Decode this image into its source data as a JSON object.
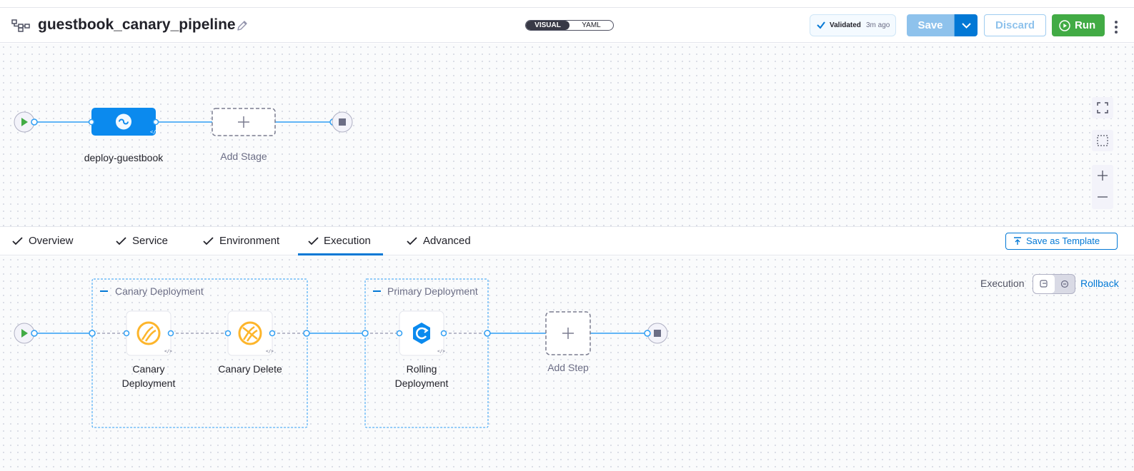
{
  "header": {
    "pipeline_name": "guestbook_canary_pipeline",
    "view_toggle": {
      "visual_label": "VISUAL",
      "yaml_label": "YAML",
      "selected": "VISUAL"
    },
    "validation": {
      "status_label": "Validated",
      "time_ago": "3m ago"
    },
    "save_label": "Save",
    "discard_label": "Discard",
    "run_label": "Run"
  },
  "stages": {
    "items": [
      {
        "name": "deploy-guestbook",
        "icon": "deploy-stage-icon"
      }
    ],
    "add_stage_label": "Add Stage"
  },
  "tabs": {
    "items": [
      {
        "label": "Overview",
        "checked": true
      },
      {
        "label": "Service",
        "checked": true
      },
      {
        "label": "Environment",
        "checked": true
      },
      {
        "label": "Execution",
        "checked": true,
        "active": true
      },
      {
        "label": "Advanced",
        "checked": true
      }
    ],
    "save_as_template_label": "Save as Template"
  },
  "execution": {
    "groups": [
      {
        "name": "Canary Deployment",
        "steps": [
          {
            "name": "Canary Deployment",
            "icon": "canary-deploy-icon"
          },
          {
            "name": "Canary Delete",
            "icon": "canary-delete-icon"
          }
        ]
      },
      {
        "name": "Primary Deployment",
        "steps": [
          {
            "name": "Rolling Deployment",
            "icon": "rolling-deploy-icon"
          }
        ]
      }
    ],
    "add_step_label": "Add Step",
    "mode_toggle": {
      "execution_label": "Execution",
      "rollback_label": "Rollback",
      "selected": "Execution"
    }
  },
  "colors": {
    "primary": "#0278d5",
    "connector": "#2f9ef3",
    "run_green": "#42ab45",
    "canary_yellow": "#fdb52b",
    "stage_blue": "#0b8aee"
  }
}
